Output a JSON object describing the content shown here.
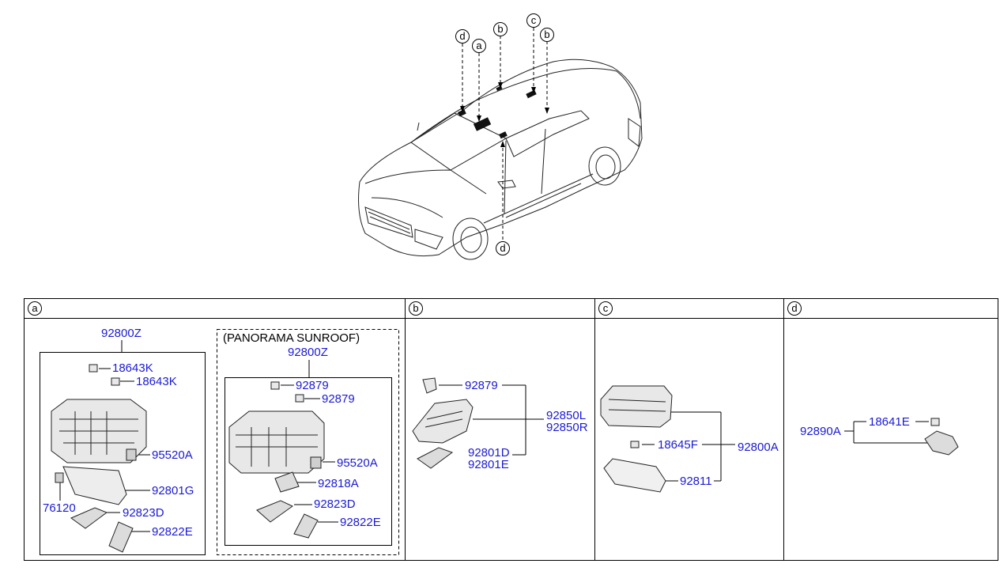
{
  "car": {
    "markers": [
      "d",
      "a",
      "b",
      "c",
      "b",
      "d"
    ]
  },
  "sections": {
    "a": {
      "label": "a",
      "main_parts": {
        "top": "92800Z",
        "bulb1": "18643K",
        "bulb2": "18643K",
        "switch": "95520A",
        "lens": "92801G",
        "clip": "76120",
        "cover1": "92823D",
        "cover2": "92822E"
      },
      "panorama": {
        "title": "(PANORAMA SUNROOF)",
        "top": "92800Z",
        "p1": "92879",
        "p2": "92879",
        "switch": "95520A",
        "module": "92818A",
        "cover1": "92823D",
        "cover2": "92822E"
      }
    },
    "b": {
      "label": "b",
      "bulb": "92879",
      "lamp_l": "92850L",
      "lamp_r": "92850R",
      "lens_d": "92801D",
      "lens_e": "92801E"
    },
    "c": {
      "label": "c",
      "bulb": "18645F",
      "assy": "92800A",
      "lens": "92811"
    },
    "d": {
      "label": "d",
      "assy": "92890A",
      "bulb": "18641E"
    }
  }
}
